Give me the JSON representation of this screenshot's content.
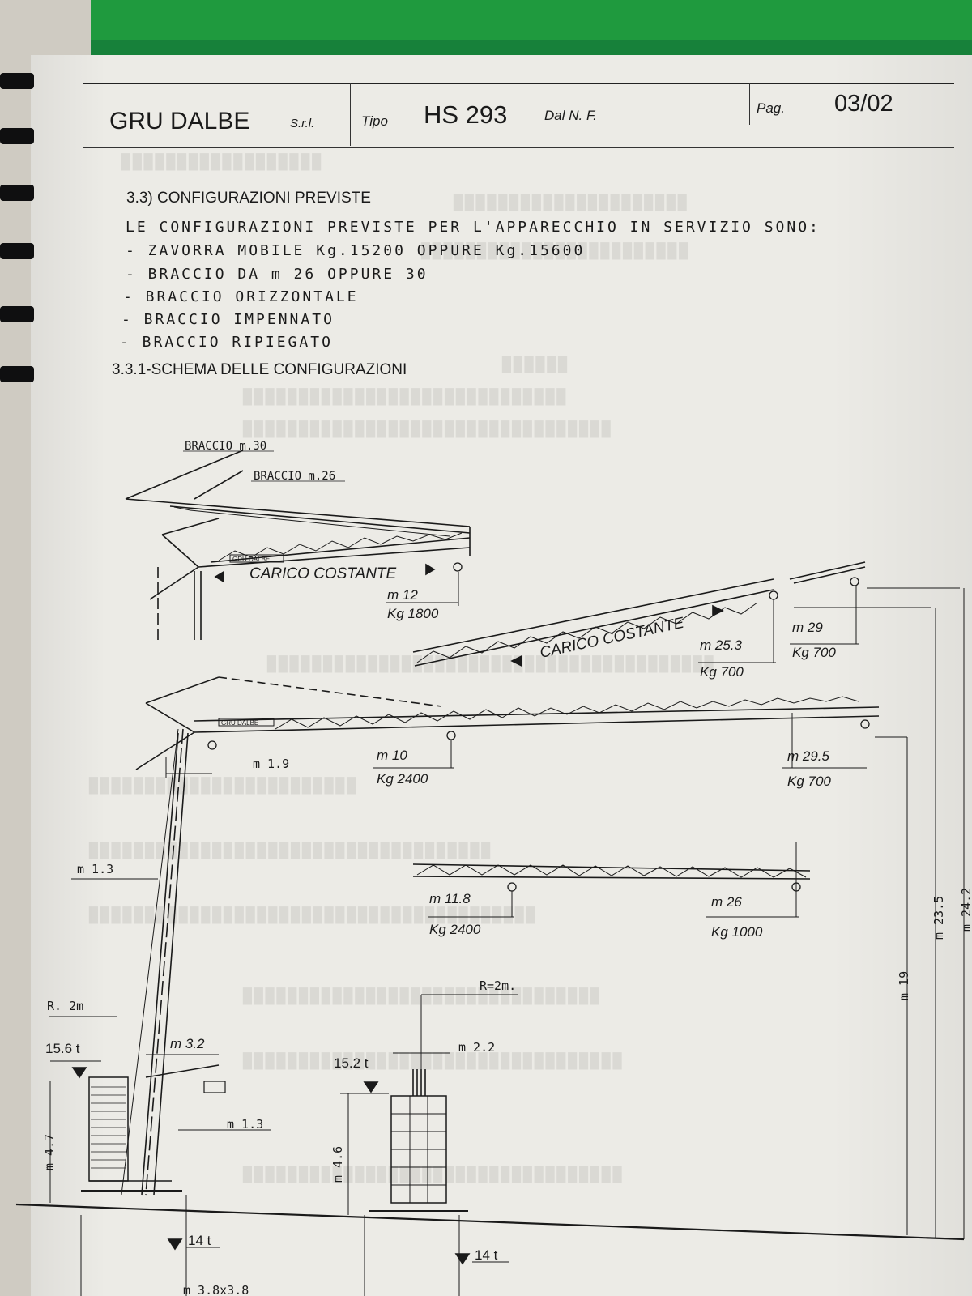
{
  "header": {
    "company": "GRU DALBE",
    "company_suffix": "S.r.l.",
    "type_label": "Tipo",
    "model": "HS 293",
    "serial_label": "Dal N. F.",
    "page_label": "Pag.",
    "page_number": "03/02"
  },
  "section": {
    "title": "3.3) CONFIGURAZIONI PREVISTE",
    "intro": "LE CONFIGURAZIONI PREVISTE PER L'APPARECCHIO IN SERVIZIO SONO:",
    "items": [
      "- ZAVORRA MOBILE Kg.15200 OPPURE Kg.15600",
      "- BRACCIO DA m 26 OPPURE 30",
      "- BRACCIO ORIZZONTALE",
      "- BRACCIO IMPENNATO",
      "- BRACCIO RIPIEGATO"
    ],
    "subtitle": "3.3.1-SCHEMA DELLE CONFIGURAZIONI"
  },
  "diagram": {
    "jib_30_label": "BRACCIO m.30",
    "jib_26_label": "BRACCIO m.26",
    "brand_plate_top": "GRU DALBE",
    "brand_plate_main": "GRU DALBE",
    "carico_costante_1": "CARICO COSTANTE",
    "carico_costante_2": "CARICO COSTANTE",
    "folded": {
      "radius": "m 12",
      "load": "Kg 1800"
    },
    "luffed_mid": {
      "radius": "m 25.3",
      "load": "Kg 700"
    },
    "luffed_tip": {
      "radius": "m 29",
      "load": "Kg 700"
    },
    "horizontal_near": {
      "radius": "m 10",
      "load": "Kg 2400"
    },
    "horizontal_far": {
      "radius": "m 29.5",
      "load": "Kg 700"
    },
    "short_near": {
      "radius": "m 11.8",
      "load": "Kg 2400"
    },
    "short_far": {
      "radius": "m 26",
      "load": "Kg 1000"
    },
    "dim_1_9": "m 1.9",
    "dim_1_3_top": "m 1.3",
    "dim_r2m_left": "R. 2m",
    "dim_15_6": "15.6 t",
    "dim_3_2": "m 3.2",
    "dim_1_3_bottom": "m 1.3",
    "dim_4_7": "m 4.7",
    "dim_14t_left": "14 t",
    "dim_base": "m 3.8x3.8",
    "dim_r2m_right": "R=2m.",
    "dim_2_2": "m 2.2",
    "dim_15_2": "15.2 t",
    "dim_4_6": "m 4.6",
    "dim_14t_right": "14 t",
    "dim_19": "m 19",
    "dim_23_5": "m 23.5",
    "dim_24_2": "m 24.2"
  }
}
